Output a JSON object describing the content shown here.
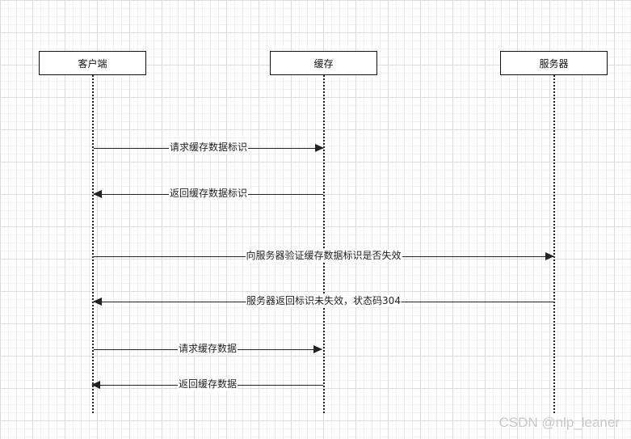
{
  "participants": {
    "client": "客户端",
    "cache": "缓存",
    "server": "服务器"
  },
  "messages": [
    {
      "from": "client",
      "to": "cache",
      "label": "请求缓存数据标识"
    },
    {
      "from": "cache",
      "to": "client",
      "label": "返回缓存数据标识"
    },
    {
      "from": "client",
      "to": "server",
      "label": "向服务器验证缓存数据标识是否失效"
    },
    {
      "from": "server",
      "to": "client",
      "label": "服务器返回标识未失效，状态码304"
    },
    {
      "from": "client",
      "to": "cache",
      "label": "请求缓存数据"
    },
    {
      "from": "cache",
      "to": "client",
      "label": "返回缓存数据"
    }
  ],
  "watermark": "CSDN @nlp_leaner"
}
